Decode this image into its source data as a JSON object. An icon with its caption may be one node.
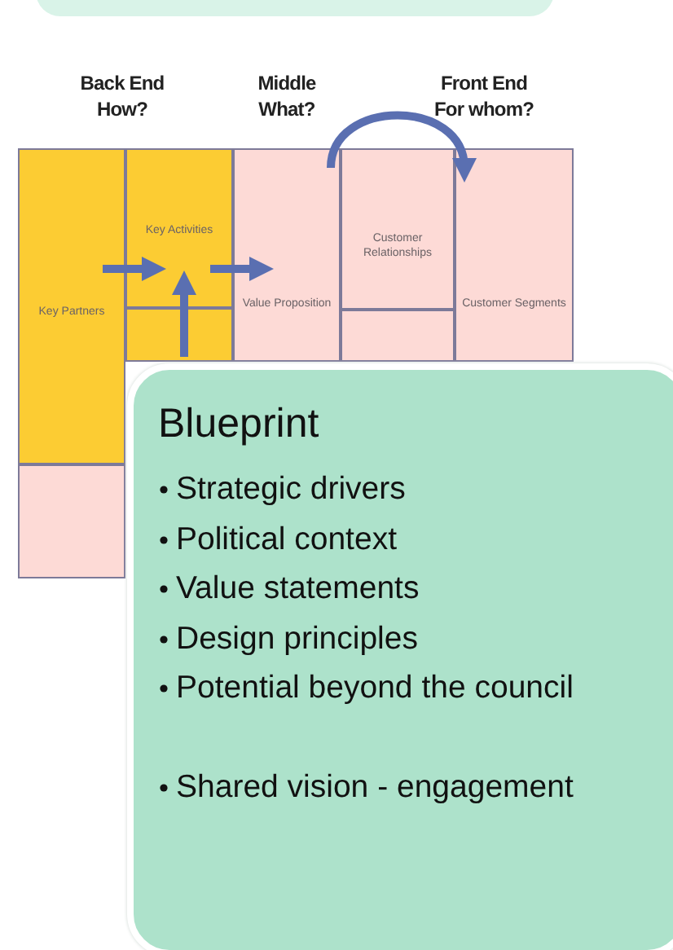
{
  "diagram": {
    "nodes": [
      {
        "text": [
          "Key Partners"
        ]
      },
      {
        "text": [
          "Key Activities"
        ]
      },
      {
        "text": [],
        "shape": "box"
      },
      {
        "text": [
          "Value Proposition"
        ]
      },
      {
        "text": [
          "Customer Relationships"
        ]
      },
      {
        "text": [],
        "shape": "box"
      },
      {
        "text": [
          "Customer Segments"
        ]
      },
      {
        "text": [],
        "shape": "box"
      },
      {
        "text": [],
        "shape": "box"
      },
      {
        "text": [
          "Blueprint",
          "Strategic drivers",
          "Political context",
          "Value statements",
          "Design principles",
          "Potential beyond the council",
          "Shared vision - engagement"
        ]
      }
    ],
    "edges": [
      {
        "from": 0,
        "to": 1,
        "arrow": "to"
      },
      {
        "from": 2,
        "to": 1,
        "arrow": "to"
      },
      {
        "from": 1,
        "to": 3,
        "arrow": "to"
      },
      {
        "from": 3,
        "to": 6,
        "arrow": "to"
      }
    ],
    "labels": [
      "Back End How?",
      "Middle What?",
      "Front End For whom?"
    ]
  }
}
